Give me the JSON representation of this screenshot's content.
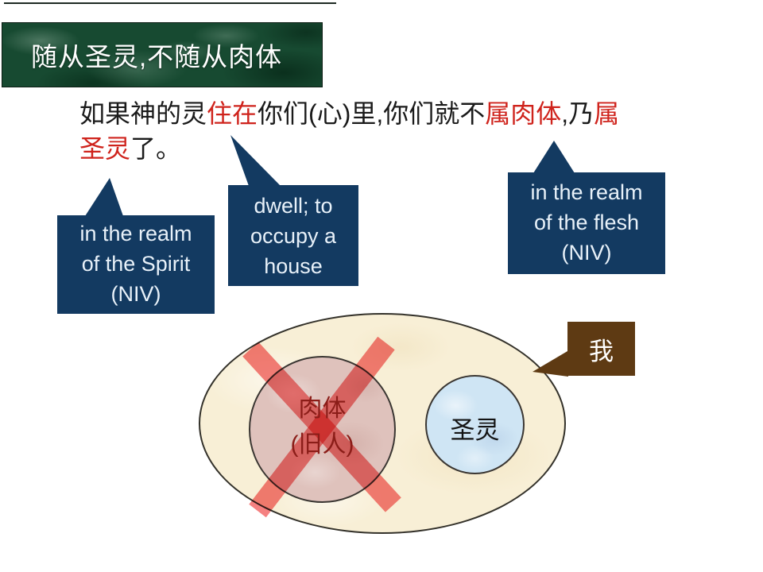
{
  "banner": {
    "title": "随从圣灵,不随从肉体",
    "bg_color": "#174a31",
    "text_color": "#ffffff"
  },
  "verse": {
    "line1": [
      {
        "text": "如果神的灵",
        "red": false
      },
      {
        "text": "住在",
        "red": true
      },
      {
        "text": "你们(心)里,你们就不",
        "red": false
      },
      {
        "text": "属肉体",
        "red": true
      },
      {
        "text": ",乃",
        "red": false
      },
      {
        "text": "属",
        "red": true
      }
    ],
    "line2": [
      {
        "text": "圣灵",
        "red": true
      },
      {
        "text": "了。",
        "red": false
      }
    ],
    "highlight_color": "#cf231c",
    "text_color": "#1a1a1a"
  },
  "callouts": {
    "spirit": {
      "lines": [
        "in the realm",
        "of the Spirit",
        "(NIV)"
      ],
      "bg_color": "#133a61",
      "text_color": "#e8f1f9"
    },
    "dwell": {
      "lines": [
        "dwell; to",
        "occupy a",
        "house"
      ],
      "bg_color": "#133a61",
      "text_color": "#e8f1f9"
    },
    "flesh": {
      "lines": [
        "in the realm",
        "of the flesh",
        "(NIV)"
      ],
      "bg_color": "#133a61",
      "text_color": "#e8f1f9"
    },
    "me": {
      "label": "我",
      "bg_color": "#5e3a13",
      "text_color": "#ffffff"
    }
  },
  "diagram": {
    "ellipse_fill": "#f8efd6",
    "flesh_circle": {
      "line1": "肉体",
      "line2": "(旧人)",
      "fill": "#dfc2bc",
      "text_color": "#8b1d18",
      "crossed_out": true
    },
    "spirit_circle": {
      "label": "圣灵",
      "fill": "#cfe5f4",
      "text_color": "#141414"
    },
    "cross_color": "#f58181"
  }
}
